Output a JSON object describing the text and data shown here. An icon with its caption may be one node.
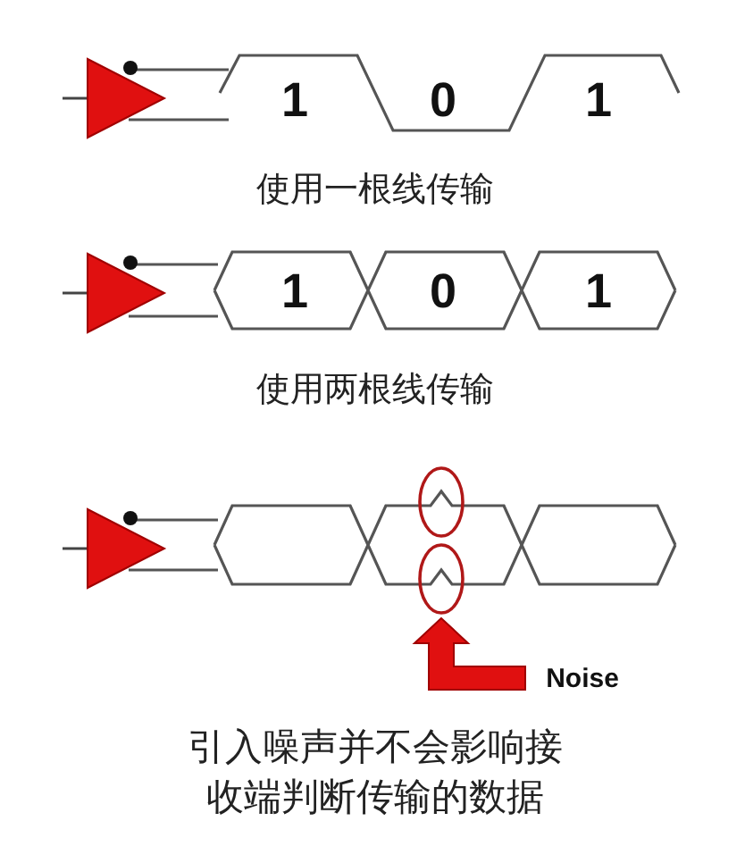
{
  "diagram": {
    "labels": [
      "1",
      "0",
      "1",
      "使用一根线传输",
      "1",
      "0",
      "1",
      "使用两根线传输",
      "Noise",
      "引入噪声并不会影响接收端判断传输的数据"
    ]
  }
}
